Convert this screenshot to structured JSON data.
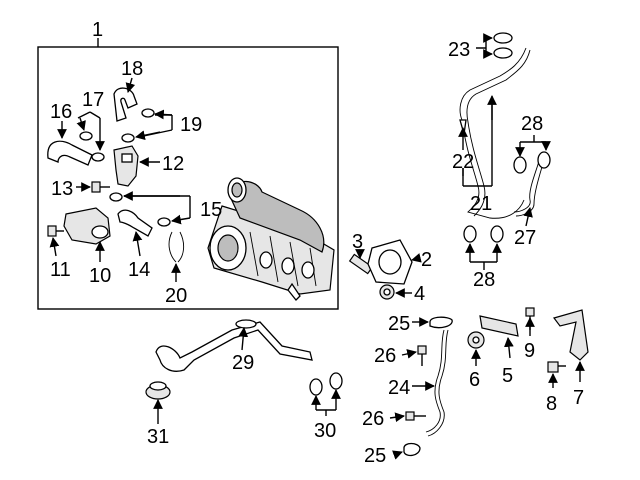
{
  "callouts": [
    "1",
    "2",
    "3",
    "4",
    "5",
    "6",
    "7",
    "8",
    "9",
    "10",
    "11",
    "12",
    "13",
    "14",
    "15",
    "16",
    "17",
    "18",
    "19",
    "20",
    "21",
    "22",
    "23",
    "24",
    "25",
    "26",
    "27",
    "28",
    "29",
    "30",
    "31"
  ],
  "repeated": {
    "n25b": "25",
    "n26b": "26",
    "n28b": "28"
  },
  "icons": {
    "arrow": "callout-arrow-icon"
  }
}
